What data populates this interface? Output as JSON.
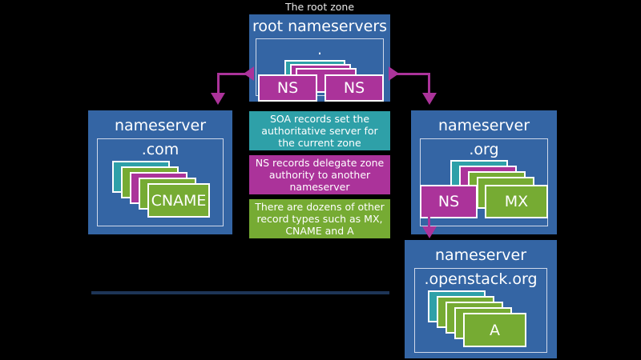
{
  "diagram": {
    "title_caption": "The root zone",
    "background_color": "#000000",
    "palette": {
      "zone_blue": "#3465a4",
      "record_teal": "#2ea0a8",
      "record_green": "#76ab33",
      "record_magenta": "#ab339a",
      "connector_magenta": "#ab339a",
      "rule_navy": "#1d3557",
      "text_white": "#ffffff"
    }
  },
  "root_zone": {
    "caption": "The root zone",
    "title": "root nameservers",
    "zone_name": ".",
    "records": [
      {
        "label": "",
        "color": "teal"
      },
      {
        "label": "",
        "color": "magenta"
      },
      {
        "label": "",
        "color": "magenta"
      },
      {
        "label": "NS",
        "color": "magenta"
      },
      {
        "label": "NS",
        "color": "magenta"
      }
    ]
  },
  "com_zone": {
    "title": "nameserver",
    "zone_name": ".com",
    "records": [
      {
        "label": "",
        "color": "teal"
      },
      {
        "label": "",
        "color": "green"
      },
      {
        "label": "",
        "color": "magenta"
      },
      {
        "label": "",
        "color": "green"
      },
      {
        "label": "CNAME",
        "color": "green"
      }
    ]
  },
  "org_zone": {
    "title": "nameserver",
    "zone_name": ".org",
    "records": [
      {
        "label": "",
        "color": "teal"
      },
      {
        "label": "",
        "color": "magenta"
      },
      {
        "label": "",
        "color": "green"
      },
      {
        "label": "",
        "color": "green"
      },
      {
        "label": "NS",
        "color": "magenta"
      },
      {
        "label": "MX",
        "color": "green"
      }
    ]
  },
  "openstack_zone": {
    "title": "nameserver",
    "zone_name": ".openstack.org",
    "records": [
      {
        "label": "",
        "color": "teal"
      },
      {
        "label": "",
        "color": "green"
      },
      {
        "label": "",
        "color": "green"
      },
      {
        "label": "",
        "color": "green"
      },
      {
        "label": "A",
        "color": "green"
      }
    ]
  },
  "legend": {
    "notes": [
      {
        "text": "SOA records set the authoritative server for the current zone",
        "color": "teal"
      },
      {
        "text": "NS records delegate zone authority to another nameserver",
        "color": "magenta"
      },
      {
        "text": "There are dozens of other record types such as MX, CNAME and A",
        "color": "green"
      }
    ]
  }
}
